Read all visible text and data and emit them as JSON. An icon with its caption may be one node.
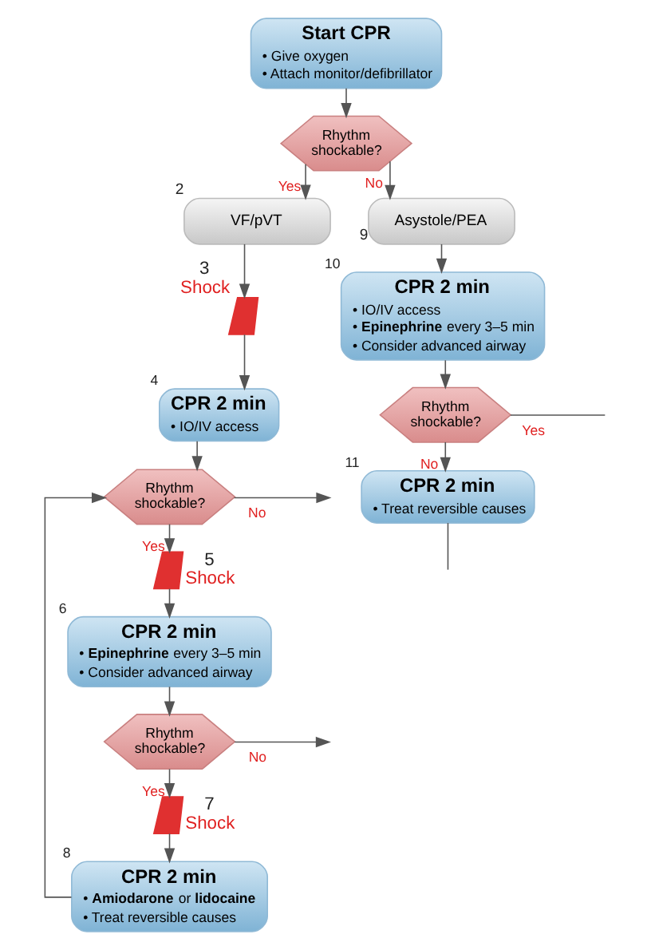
{
  "diagram": {
    "nodes": [
      {
        "text": [
          "Start CPR",
          "• Give oxygen",
          "• Attach monitor/defibrillator"
        ]
      },
      {
        "text": [
          "Rhythm shockable?"
        ]
      },
      {
        "text": [
          "VF/pVT"
        ],
        "beside": [
          "2"
        ]
      },
      {
        "text": [],
        "shape": "bolt",
        "beside": [
          "3",
          "Shock"
        ]
      },
      {
        "text": [
          "CPR 2 min",
          "• IO/IV access"
        ],
        "beside": [
          "4"
        ]
      },
      {
        "text": [
          "Rhythm shockable?"
        ]
      },
      {
        "text": [],
        "shape": "bolt",
        "beside": [
          "5",
          "Shock"
        ]
      },
      {
        "text": [
          "CPR 2 min",
          "• **Epinephrine** every 3–5 min",
          "• Consider advanced airway"
        ],
        "beside": [
          "6"
        ]
      },
      {
        "text": [
          "Rhythm shockable?"
        ]
      },
      {
        "text": [],
        "shape": "bolt",
        "beside": [
          "7",
          "Shock"
        ]
      },
      {
        "text": [
          "CPR 2 min",
          "• **Amiodarone** or **lidocaine**",
          "• Treat reversible causes"
        ],
        "beside": [
          "8"
        ]
      },
      {
        "text": [
          "Asystole/PEA"
        ],
        "beside": [
          "9"
        ]
      },
      {
        "text": [
          "CPR 2 min",
          "• IO/IV access",
          "• **Epinephrine** every 3–5 min",
          "• Consider advanced airway"
        ],
        "beside": [
          "10"
        ]
      },
      {
        "text": [
          "Rhythm shockable?"
        ]
      },
      {
        "text": [
          "CPR 2 min",
          "• Treat reversible causes"
        ],
        "beside": [
          "11"
        ]
      }
    ],
    "edges": [
      {
        "from": 0,
        "to": 1,
        "arrow": "to"
      },
      {
        "from": 1,
        "to": 2,
        "arrow": "to",
        "label": "Yes"
      },
      {
        "from": 1,
        "to": 11,
        "arrow": "to",
        "label": "No"
      },
      {
        "from": 2,
        "to": 3,
        "arrow": "to"
      },
      {
        "from": 3,
        "to": 4,
        "arrow": "to"
      },
      {
        "from": 4,
        "to": 5,
        "arrow": "to"
      },
      {
        "from": 5,
        "to": 6,
        "arrow": "to",
        "label": "Yes"
      },
      {
        "from": 6,
        "to": 7,
        "arrow": "to"
      },
      {
        "from": 7,
        "to": 8,
        "arrow": "to"
      },
      {
        "from": 8,
        "to": 9,
        "arrow": "to",
        "label": "Yes"
      },
      {
        "from": 9,
        "to": 10,
        "arrow": "to"
      },
      {
        "from": 10,
        "to": 5,
        "arrow": "to"
      },
      {
        "from": 5,
        "to": null,
        "arrow": "to",
        "label": "No"
      },
      {
        "from": 8,
        "to": null,
        "arrow": "to",
        "label": "No"
      },
      {
        "from": 11,
        "to": 12,
        "arrow": "to"
      },
      {
        "from": 12,
        "to": 13,
        "arrow": "to"
      },
      {
        "from": 13,
        "to": 14,
        "arrow": "to",
        "label": "No"
      },
      {
        "from": 13,
        "to": null,
        "arrow": "none",
        "label": "Yes"
      },
      {
        "from": 14,
        "to": null,
        "arrow": "none"
      }
    ]
  }
}
